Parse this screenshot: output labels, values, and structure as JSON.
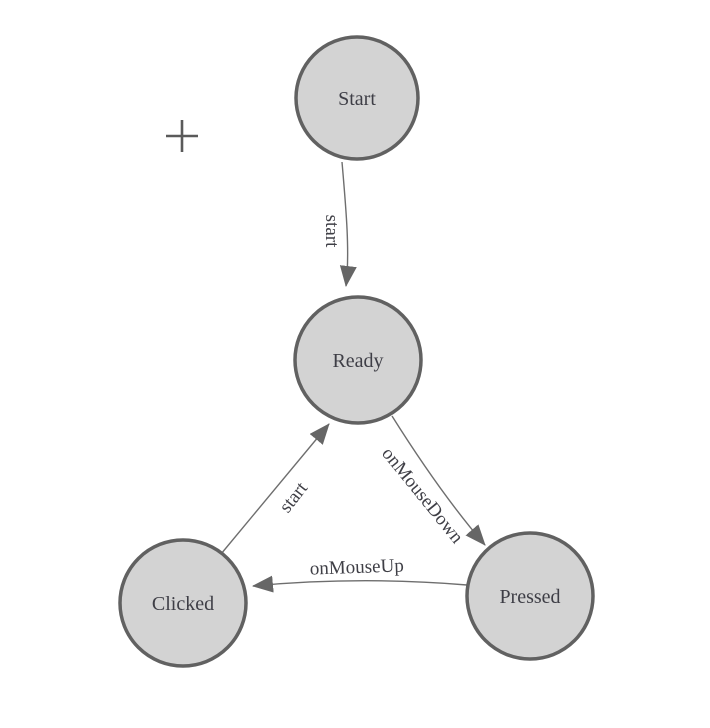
{
  "canvas": {
    "background": "#ffffff"
  },
  "diagram": {
    "type": "state-machine",
    "nodes": [
      {
        "id": "start",
        "label": "Start"
      },
      {
        "id": "ready",
        "label": "Ready"
      },
      {
        "id": "clicked",
        "label": "Clicked"
      },
      {
        "id": "pressed",
        "label": "Pressed"
      }
    ],
    "edges": [
      {
        "from": "Start",
        "to": "Ready",
        "label": "start"
      },
      {
        "from": "Ready",
        "to": "Pressed",
        "label": "onMouseDown"
      },
      {
        "from": "Pressed",
        "to": "Clicked",
        "label": "onMouseUp"
      },
      {
        "from": "Clicked",
        "to": "Ready",
        "label": "start"
      }
    ],
    "colors": {
      "node_fill": "#d3d3d3",
      "node_stroke": "#616161",
      "edge_stroke": "#6e6e6e",
      "arrow_fill": "#666666",
      "label_text": "#3f3f46",
      "crosshair": "#5a5a5a",
      "background": "#ffffff"
    },
    "cursor": {
      "type": "plus-crosshair"
    }
  }
}
